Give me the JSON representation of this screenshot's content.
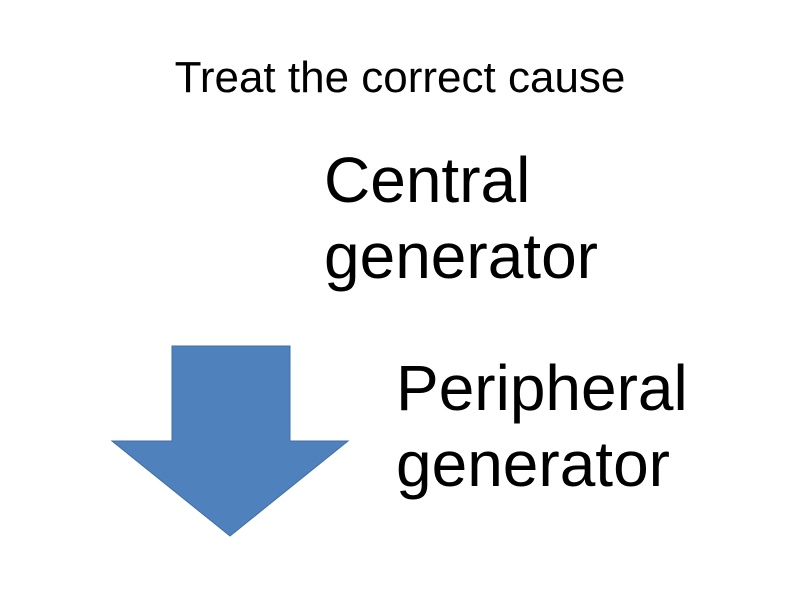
{
  "slide": {
    "title": "Treat the correct cause",
    "central": {
      "line1": "Central",
      "line2": "generator"
    },
    "peripheral": {
      "line1": "Peripheral",
      "line2": "generator"
    },
    "arrow": {
      "icon": "down-arrow-icon",
      "color": "#4F81BD"
    }
  }
}
